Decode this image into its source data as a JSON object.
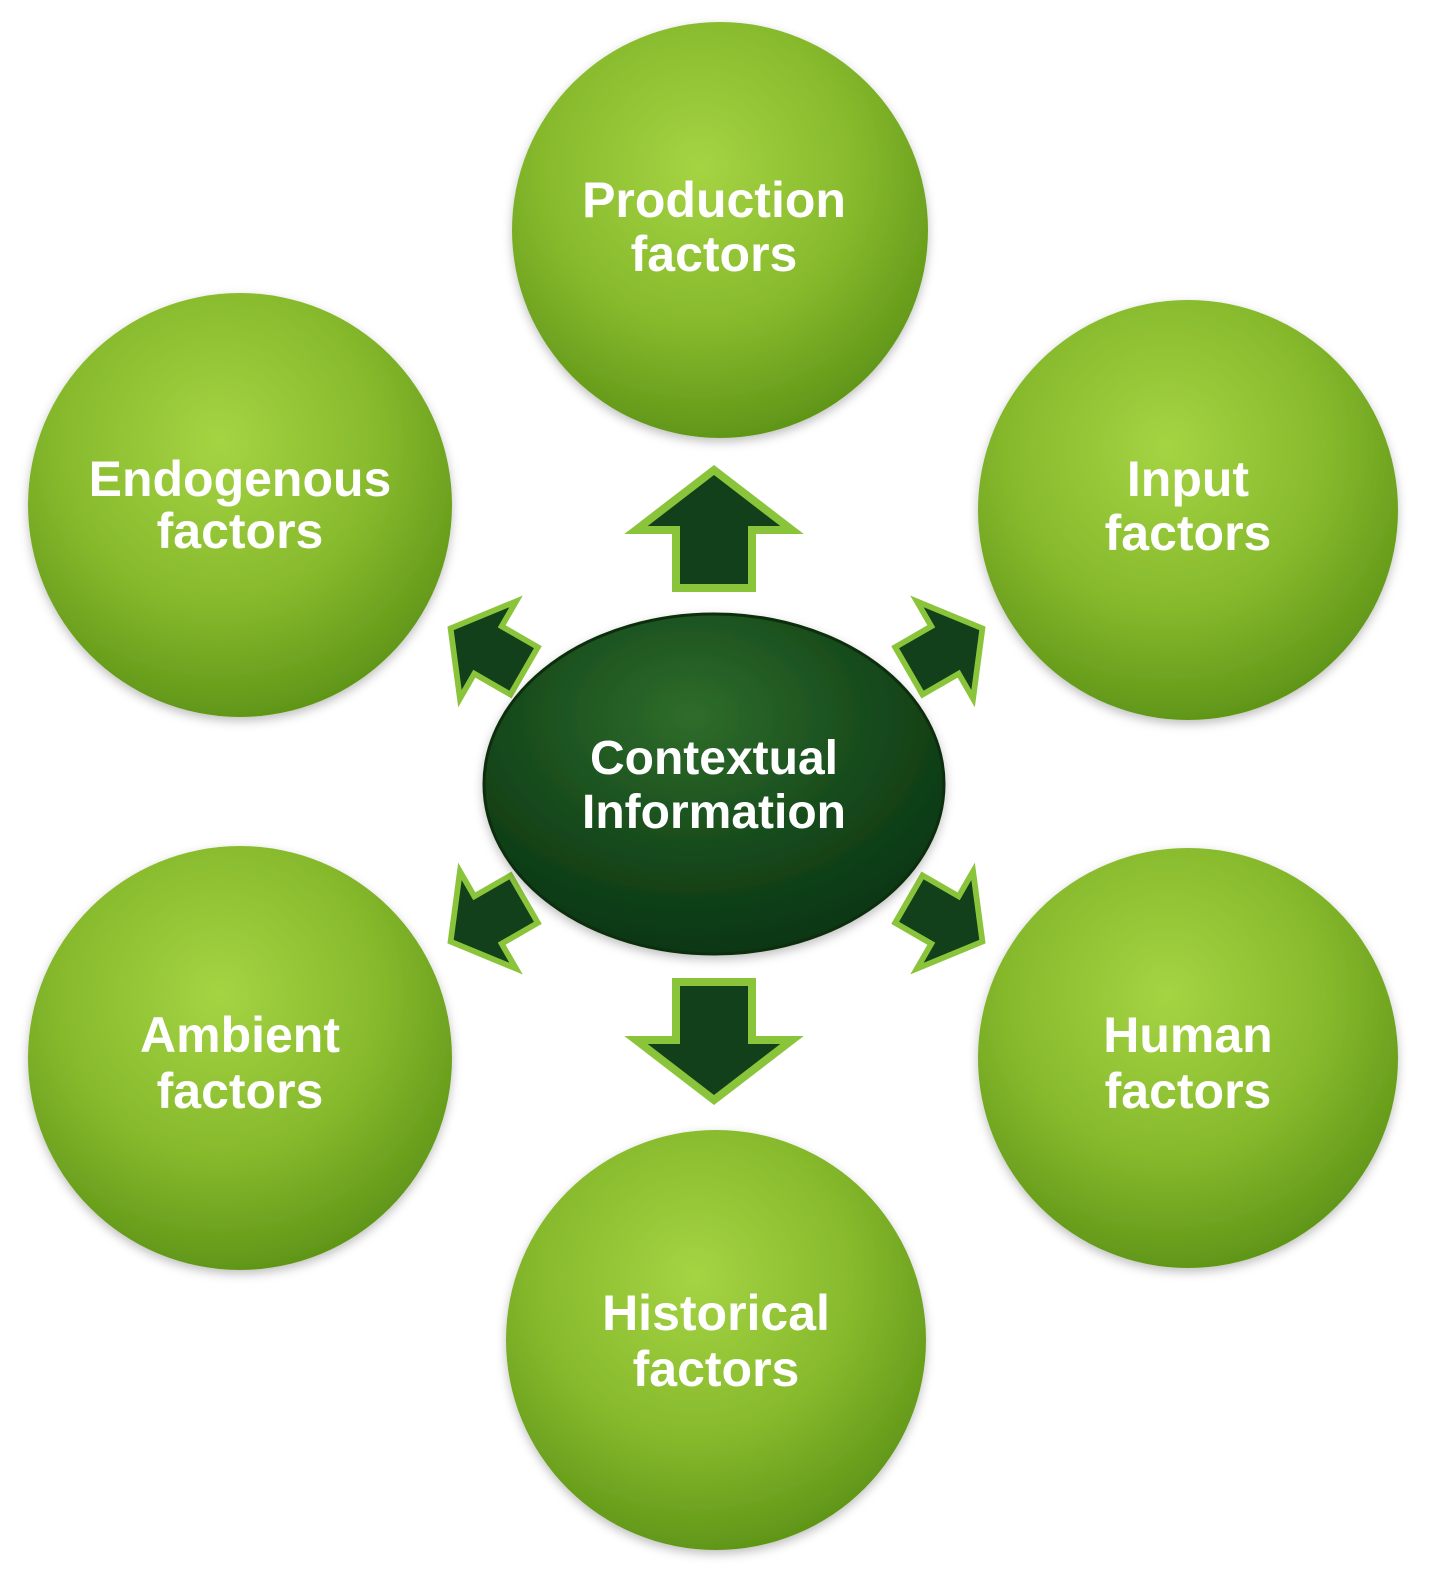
{
  "center": {
    "line1": "Contextual",
    "line2": "Information"
  },
  "nodes": {
    "production": {
      "line1": "Production",
      "line2": "factors"
    },
    "input": {
      "line1": "Input",
      "line2": "factors"
    },
    "human": {
      "line1": "Human",
      "line2": "factors"
    },
    "historical": {
      "line1": "Historical",
      "line2": "factors"
    },
    "ambient": {
      "line1": "Ambient",
      "line2": "factors"
    },
    "endogenous": {
      "line1": "Endogenous",
      "line2": "factors"
    }
  },
  "colors": {
    "outer_fill_light": "#9ccc3a",
    "outer_fill_dark": "#5e9616",
    "center_fill_light": "#2f6a2a",
    "center_fill_dark": "#0c3a10",
    "arrow_fill": "#11401a",
    "arrow_outline": "#8ac43a"
  }
}
